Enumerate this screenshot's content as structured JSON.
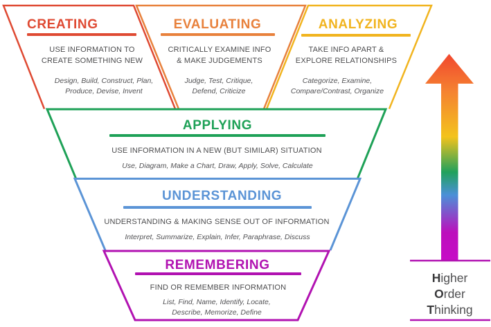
{
  "diagram": "blooms-taxonomy-funnel",
  "levels": [
    {
      "name": "CREATING",
      "color": "#df4a33",
      "description": "USE INFORMATION TO\nCREATE SOMETHING NEW",
      "keywords": "Design, Build, Construct, Plan,\nProduce, Devise, Invent"
    },
    {
      "name": "EVALUATING",
      "color": "#e8813c",
      "description": "CRITICALLY EXAMINE INFO\n& MAKE JUDGEMENTS",
      "keywords": "Judge, Test, Critique,\nDefend, Criticize"
    },
    {
      "name": "ANALYZING",
      "color": "#f1b41f",
      "description": "TAKE INFO APART &\nEXPLORE RELATIONSHIPS",
      "keywords": "Categorize, Examine,\nCompare/Contrast, Organize"
    },
    {
      "name": "APPLYING",
      "color": "#1ea157",
      "description": "USE INFORMATION IN A NEW (BUT SIMILAR) SITUATION",
      "keywords": "Use, Diagram, Make a Chart, Draw, Apply, Solve, Calculate"
    },
    {
      "name": "UNDERSTANDING",
      "color": "#5b94d6",
      "description": "UNDERSTANDING & MAKING SENSE OUT OF INFORMATION",
      "keywords": "Interpret, Summarize, Explain, Infer, Paraphrase, Discuss"
    },
    {
      "name": "REMEMBERING",
      "color": "#b112b1",
      "description": "FIND OR REMEMBER INFORMATION",
      "keywords": "List, Find, Name, Identify, Locate,\nDescribe, Memorize, Define"
    }
  ],
  "arrow": {
    "label_words": [
      {
        "first": "H",
        "rest": "igher"
      },
      {
        "first": "O",
        "rest": "rder"
      },
      {
        "first": "T",
        "rest": "hinking"
      }
    ],
    "gradient": [
      "#f1472e",
      "#f58231",
      "#f3c31c",
      "#21a15c",
      "#4b90d8",
      "#bc10bc",
      "#c70bc7"
    ],
    "line_color": "#b112b1"
  }
}
